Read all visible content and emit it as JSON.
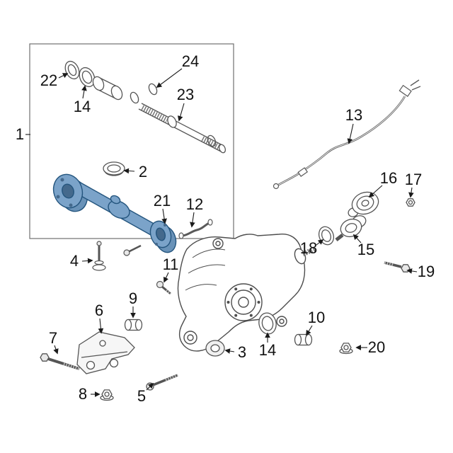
{
  "diagram": {
    "type": "exploded-parts-diagram",
    "background": "#ffffff",
    "line_color": "#4d4d4d",
    "label_color": "#111111",
    "highlight_fill": "#7ba3c9",
    "highlight_stroke": "#24557e"
  },
  "callouts": {
    "c1": {
      "label": "1"
    },
    "c2": {
      "label": "2"
    },
    "c3": {
      "label": "3"
    },
    "c4": {
      "label": "4"
    },
    "c5": {
      "label": "5"
    },
    "c6": {
      "label": "6"
    },
    "c7": {
      "label": "7"
    },
    "c8": {
      "label": "8"
    },
    "c9": {
      "label": "9"
    },
    "c10": {
      "label": "10"
    },
    "c11": {
      "label": "11"
    },
    "c12": {
      "label": "12"
    },
    "c13": {
      "label": "13"
    },
    "c14a": {
      "label": "14"
    },
    "c14b": {
      "label": "14"
    },
    "c15": {
      "label": "15"
    },
    "c16": {
      "label": "16"
    },
    "c17": {
      "label": "17"
    },
    "c18": {
      "label": "18"
    },
    "c19": {
      "label": "19"
    },
    "c20": {
      "label": "20"
    },
    "c21": {
      "label": "21"
    },
    "c22": {
      "label": "22"
    },
    "c23": {
      "label": "23"
    },
    "c24": {
      "label": "24"
    }
  }
}
